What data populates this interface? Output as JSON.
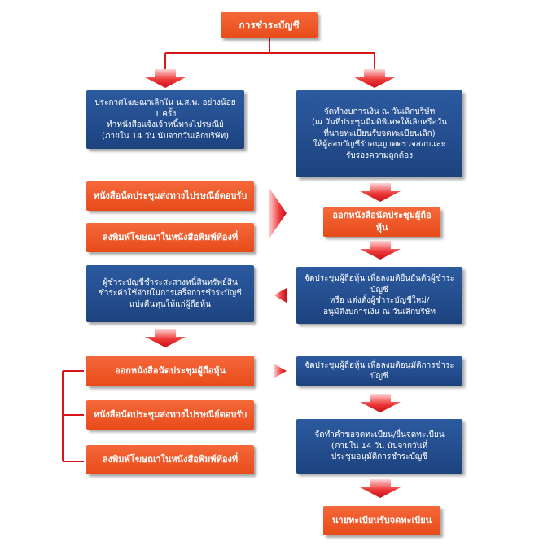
{
  "title": "การชำระบัญชี",
  "left": {
    "notice": "ประกาศโฆษณาเลิกใน น.ส.พ. อย่างน้อย 1 ครั้ง\nทำหนังสือแจ้งเจ้าหนี้ทางไปรษณีย์\n(ภายใน 14 วัน นับจากวันเลิกบริษัท)",
    "meeting_letter": "หนังสือนัดประชุมส่งทางไปรษณีย์ตอบรับ",
    "newspaper_ad": "ลงพิมพ์โฆษณาในหนังสือพิมพ์ท้องที่",
    "liquidator_duties": "ผู้ชำระบัญชีชำระสะสางหนี้สินทรัพย์สิน\nชำระค่าใช้จ่ายในการเสร็จการชำระบัญชี\nแบ่งคืนทุนให้แก่ผู้ถือหุ้น",
    "issue_notice": "ออกหนังสือนัดประชุมผู้ถือหุ้น",
    "meeting_letter_2": "หนังสือนัดประชุมส่งทางไปรษณีย์ตอบรับ",
    "newspaper_ad_2": "ลงพิมพ์โฆษณาในหนังสือพิมพ์ท้องที่"
  },
  "right": {
    "financial": "จัดทำงบการเงิน ณ วันเลิกบริษัท\n(ณ วันที่ประชุมมีมติพิเศษให้เลิกหรือวัน\nที่นายทะเบียนรับจดทะเบียนเลิก)\nให้ผู้สอบบัญชีรับอนุญาตตรวจสอบและ\nรับรองความถูกต้อง",
    "issue_notice": "ออกหนังสือนัดประชุมผู้ถือหุ้น",
    "meeting_confirm": "จัดประชุมผู้ถือหุ้น เพื่อลงมติยืนยันตัวผู้ชำระบัญชี\nหรือ แต่งตั้งผู้ชำระบัญชีใหม่/\nอนุมัติงบการเงิน ณ วันเลิกบริษัท",
    "meeting_approve": "จัดประชุมผู้ถือหุ้น เพื่อลงมติอนุมัติการชำระบัญชี",
    "register": "จัดทำคำขอจดทะเบียน/ยื่นจดทะเบียน\n(ภายใน 14 วัน นับจากวันที่\nประชุมอนุมัติการชำระบัญชี",
    "registrar": "นายทะเบียนรับจดทะเบียน"
  },
  "colors": {
    "blue": "#1d437f",
    "orange": "#e84b1a",
    "arrow_red": "#e8141b",
    "line_red": "#d9141a"
  }
}
